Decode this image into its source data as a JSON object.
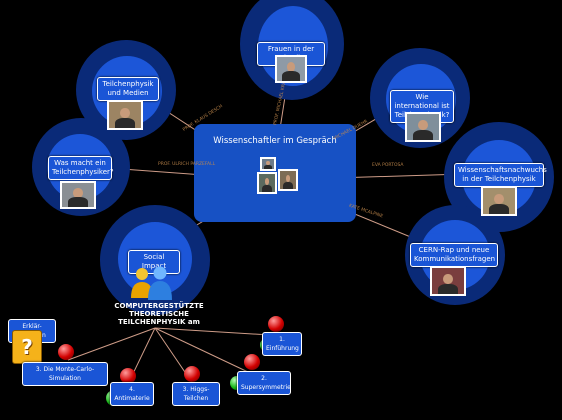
{
  "diagram": {
    "center": {
      "title": "Wissenschaftler im Gespräch"
    },
    "topics": [
      {
        "id": "frauen",
        "label": "Frauen in der Physik"
      },
      {
        "id": "medien",
        "label": "Teilchenphysik und Medien"
      },
      {
        "id": "international",
        "label": "Wie international ist Teilchenphysik?"
      },
      {
        "id": "wasmacht",
        "label": "Was macht ein Teilchenphysiker?"
      },
      {
        "id": "nachwuchs",
        "label": "Wissenschaftsnachwuchs in der Teilchenphysik"
      },
      {
        "id": "cern",
        "label": "CERN-Rap und neue Kommunikationsfragen"
      },
      {
        "id": "social",
        "label": "Social Impact"
      }
    ],
    "edge_labels": {
      "medien": "PROF. KLAUS DESCH",
      "frauen": "PROF. MICHAEL KRÄMER",
      "international": "MICHAEL DUEHR",
      "wasmacht": "PROF. ULRICH PARZEFALL",
      "nachwuchs": "EVA PORTOSA",
      "cern": "KATE MCALPINE"
    },
    "theory": {
      "title": "COMPUTERGESTÜTZTE THEORETISCHE TEILCHENPHYSIK am"
    },
    "subtopics": {
      "erklaer": "Erklär-Kästchen",
      "montecarlo": "3. Die Monte-Carlo-Simulation",
      "antimaterie": "4. Antimaterie",
      "higgs": "3. Higgs-Teilchen",
      "susy": "2. Supersymmetrie",
      "einfuehrung": "1. Einführung"
    },
    "question_mark": "?",
    "colors": {
      "halo": "#0a2a78",
      "disc": "#1c56d8",
      "center": "#1751c4",
      "wire": "#f3b8a0"
    }
  }
}
